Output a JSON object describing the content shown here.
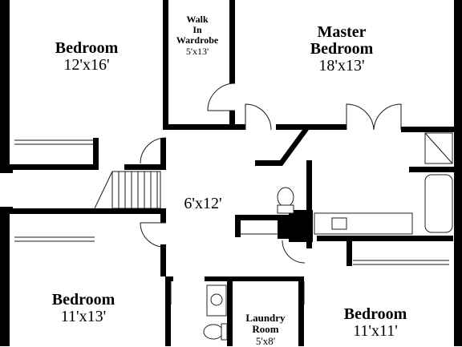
{
  "colors": {
    "wall": "#000000",
    "background": "#ffffff",
    "line": "#1a1a1a"
  },
  "rooms": {
    "bedroom_top_left": {
      "name": "Bedroom",
      "dimensions": "12'x16'"
    },
    "walk_in_wardrobe": {
      "name_line1": "Walk",
      "name_line2": "In",
      "name_line3": "Wardrobe",
      "dimensions": "5'x13'"
    },
    "master_bedroom": {
      "name_line1": "Master",
      "name_line2": "Bedroom",
      "dimensions": "18'x13'"
    },
    "hallway": {
      "dimensions": "6'x12'"
    },
    "bedroom_bottom_left": {
      "name": "Bedroom",
      "dimensions": "11'x13'"
    },
    "laundry_room": {
      "name_line1": "Laundry",
      "name_line2": "Room",
      "dimensions": "5'x8'"
    },
    "bedroom_bottom_right": {
      "name": "Bedroom",
      "dimensions": "11'x11'"
    }
  }
}
